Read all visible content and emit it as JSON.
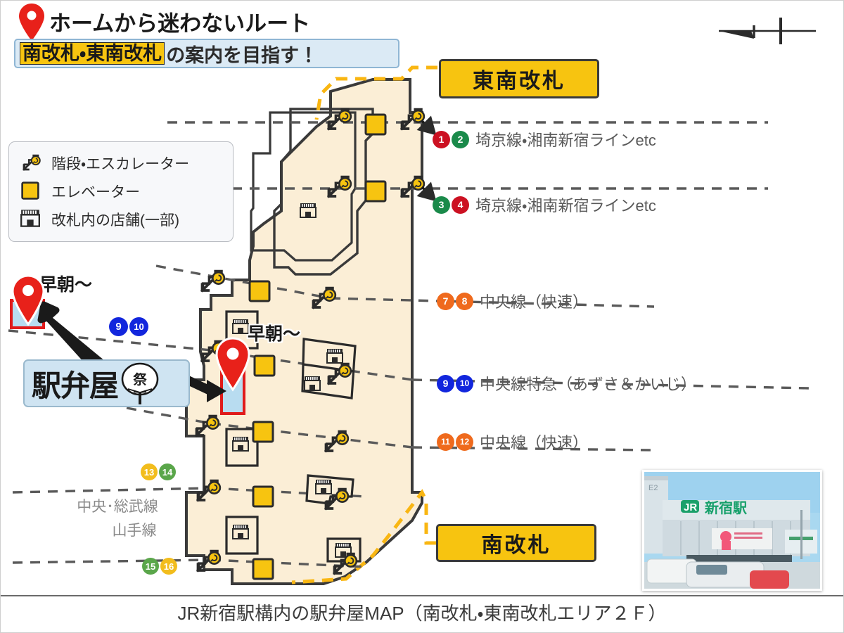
{
  "header": {
    "pin_icon": "map-pin-icon",
    "title": "ホームから迷わないルート",
    "highlight": "南改札・東南改札",
    "rest": "の案内を目指す！"
  },
  "compass": {
    "icon": "compass-needle-icon",
    "direction": "W"
  },
  "legend": {
    "items": [
      {
        "icon": "stairs-escalator-icon",
        "label": "階段・エスカレーター"
      },
      {
        "icon": "elevator-icon",
        "label": "エレベーター"
      },
      {
        "icon": "shop-icon",
        "label": "改札内の店舗(一部)"
      }
    ]
  },
  "gates": {
    "east_south": "東南改札",
    "south": "南改札"
  },
  "platform_lines": [
    {
      "numbers": [
        {
          "n": "1",
          "color": "#cc1122"
        },
        {
          "n": "2",
          "color": "#1a8a4a"
        }
      ],
      "label": "埼京線・湘南新宿ラインetc"
    },
    {
      "numbers": [
        {
          "n": "3",
          "color": "#1a8a4a"
        },
        {
          "n": "4",
          "color": "#cc1122"
        }
      ],
      "label": "埼京線・湘南新宿ラインetc"
    },
    {
      "numbers": [
        {
          "n": "7",
          "color": "#ef6a1d"
        },
        {
          "n": "8",
          "color": "#ef6a1d"
        }
      ],
      "label": "中央線（快速）"
    },
    {
      "numbers": [
        {
          "n": "9",
          "color": "#1226dd"
        },
        {
          "n": "10",
          "color": "#1226dd"
        }
      ],
      "label": "中央線特急（あずさ＆かいじ）"
    },
    {
      "numbers": [
        {
          "n": "11",
          "color": "#ef6a1d"
        },
        {
          "n": "12",
          "color": "#ef6a1d"
        }
      ],
      "label": "中央線（快速）"
    }
  ],
  "left_groups": {
    "nine_ten": [
      {
        "n": "9",
        "color": "#1226dd"
      },
      {
        "n": "10",
        "color": "#1226dd"
      }
    ],
    "thirteen_fourteen": [
      {
        "n": "13",
        "color": "#f2bd1d"
      },
      {
        "n": "14",
        "color": "#5aa64a"
      }
    ],
    "fifteen_sixteen": [
      {
        "n": "15",
        "color": "#5aa64a"
      },
      {
        "n": "16",
        "color": "#f2bd1d"
      }
    ],
    "chuo_sobu": "中央･総武線",
    "yamanote": "山手線"
  },
  "callouts": {
    "soucho_left": "早朝〜",
    "soucho_mid": "早朝〜",
    "ekiben_label": "駅弁屋",
    "ekiben_badge": "祭",
    "pin_left_icon": "map-pin-icon",
    "pin_mid_icon": "map-pin-icon",
    "arrow_left_icon": "arrow-icon",
    "arrow_right_icon": "arrow-icon"
  },
  "photo": {
    "name": "jr-shinjuku-station-photo",
    "sign_text": "新宿駅",
    "logo_text": "JR",
    "corner_text": "E2"
  },
  "caption": "JR新宿駅構内の駅弁屋MAP（南改札・東南改札エリア２Ｆ）",
  "colors": {
    "concourse_fill": "#fbeed6",
    "concourse_stroke": "#3a3a3a",
    "route_yellow": "#f9b612",
    "elevator_yellow": "#f7c410",
    "highlight_shop_fill": "#b8dcf0",
    "highlight_shop_stroke": "#e01b1b",
    "pin_red": "#e01b1b",
    "dash_gray": "#5a5a5a"
  }
}
